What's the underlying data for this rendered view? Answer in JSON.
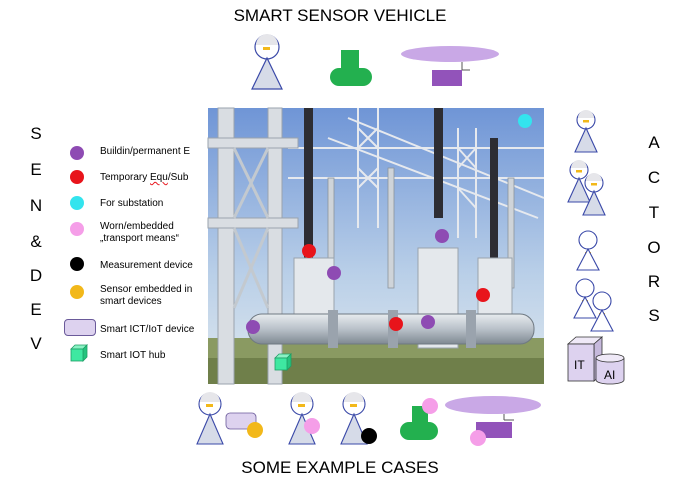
{
  "title_top": "SMART SENSOR VEHICLE",
  "title_bottom": "SOME EXAMPLE CASES",
  "left_vertical": [
    "S",
    "E",
    "N",
    "&",
    "D",
    "E",
    "V"
  ],
  "right_vertical": [
    "A",
    "C",
    "T",
    "O",
    "R",
    "S"
  ],
  "legend": [
    {
      "label": "Buildin/permanent E",
      "color": "#8e4bb3"
    },
    {
      "label": "Temporary Equ/Sub",
      "color": "#e8141b"
    },
    {
      "label": "For substation",
      "color": "#33e4ee"
    },
    {
      "label": "Worn/embedded\n„transport means“",
      "color": "#f59ee8"
    },
    {
      "label": "Measurement device",
      "color": "#000000"
    },
    {
      "label": "Sensor embedded in\nsmart devices",
      "color": "#f2b81a"
    },
    {
      "label": "Smart ICT/IoT device",
      "color": "#ddd2ef"
    },
    {
      "label": "Smart IOT hub",
      "color": "#3ee8a1"
    }
  ],
  "it_box_labels": {
    "it": "IT",
    "ai": "AI"
  },
  "colors": {
    "actor_body": "#d6dbe8",
    "actor_outline": "#3a49a8",
    "vehicle_green": "#23b04f",
    "vehicle_purple": "#9253ba",
    "drone_disk": "#c9a8e6"
  }
}
